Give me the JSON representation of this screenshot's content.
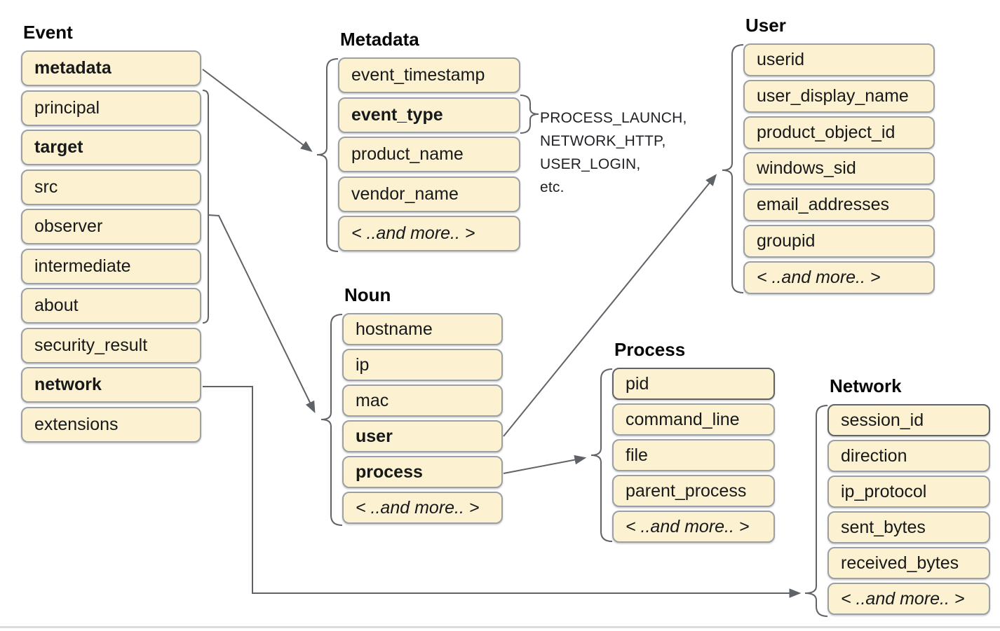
{
  "groups": {
    "event": {
      "title": "Event",
      "items": [
        "metadata",
        "principal",
        "target",
        "src",
        "observer",
        "intermediate",
        "about",
        "security_result",
        "network",
        "extensions"
      ]
    },
    "metadata": {
      "title": "Metadata",
      "items": [
        "event_timestamp",
        "event_type",
        "product_name",
        "vendor_name",
        "< ..and more.. >"
      ]
    },
    "noun": {
      "title": "Noun",
      "items": [
        "hostname",
        "ip",
        "mac",
        "user",
        "process",
        "< ..and more.. >"
      ]
    },
    "user": {
      "title": "User",
      "items": [
        "userid",
        "user_display_name",
        "product_object_id",
        "windows_sid",
        "email_addresses",
        "groupid",
        "< ..and more.. >"
      ]
    },
    "process": {
      "title": "Process",
      "items": [
        "pid",
        "command_line",
        "file",
        "parent_process",
        "< ..and more.. >"
      ]
    },
    "network": {
      "title": "Network",
      "items": [
        "session_id",
        "direction",
        "ip_protocol",
        "sent_bytes",
        "received_bytes",
        "< ..and more.. >"
      ]
    }
  },
  "annotation": {
    "lines": [
      "PROCESS_LAUNCH,",
      "NETWORK_HTTP,",
      "USER_LOGIN,",
      "etc."
    ]
  },
  "colors": {
    "box_fill": "#fcf2d1",
    "box_border": "#9aa0a6",
    "box_border_strong": "#5f6368",
    "connector": "#5f6368",
    "divider": "#dadce0",
    "text": "#17181a"
  }
}
